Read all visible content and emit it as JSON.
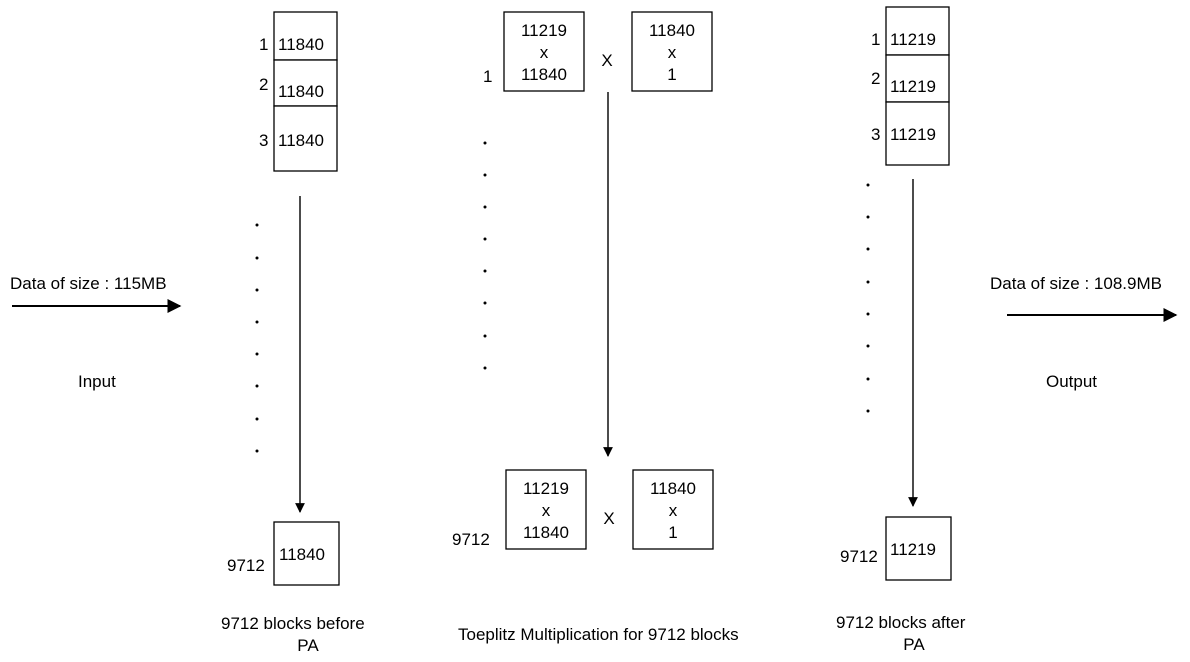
{
  "input": {
    "size_label": "Data of size : 115MB",
    "label": "Input"
  },
  "output": {
    "size_label": "Data of size : 108.9MB",
    "label": "Output"
  },
  "before_pa": {
    "rows": [
      {
        "index": "1",
        "value": "11840"
      },
      {
        "index": "2",
        "value": "11840"
      },
      {
        "index": "3",
        "value": "11840"
      }
    ],
    "last": {
      "index": "9712",
      "value": "11840"
    },
    "caption_line1": "9712 blocks  before",
    "caption_line2": "PA"
  },
  "toeplitz": {
    "first": {
      "index": "1",
      "matrix": [
        "11219",
        "x",
        "11840"
      ],
      "operator": "X",
      "vector": [
        "11840",
        "x",
        "1"
      ]
    },
    "last": {
      "index": "9712",
      "matrix": [
        "11219",
        "x",
        "11840"
      ],
      "operator": "X",
      "vector": [
        "11840",
        "x",
        "1"
      ]
    },
    "caption": "Toeplitz Multiplication for 9712 blocks"
  },
  "after_pa": {
    "rows": [
      {
        "index": "1",
        "value": "11219"
      },
      {
        "index": "2",
        "value": "11219"
      },
      {
        "index": "3",
        "value": "11219"
      }
    ],
    "last": {
      "index": "9712",
      "value": "11219"
    },
    "caption_line1": "9712 blocks  after",
    "caption_line2": "PA"
  }
}
